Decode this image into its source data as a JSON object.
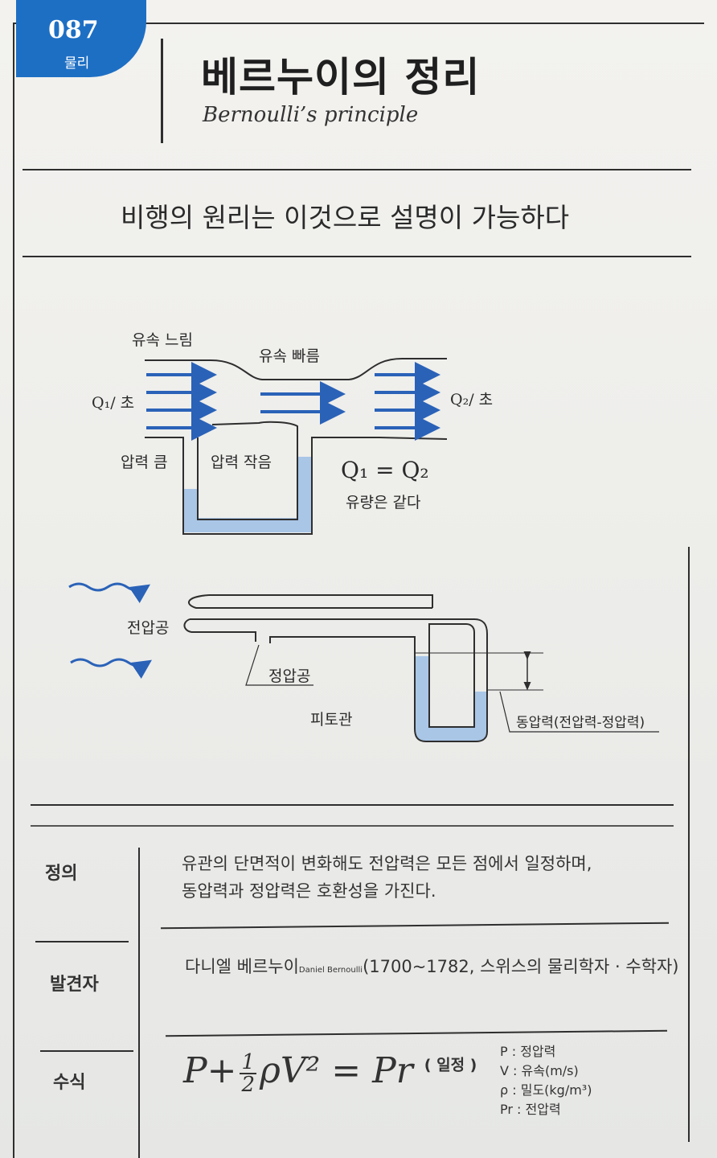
{
  "header": {
    "entry_number": "087",
    "category": "물리",
    "title_ko": "베르누이의 정리",
    "title_en": "Bernoulli’s principle"
  },
  "subtitle": "비행의 원리는 이것으로 설명이 가능하다",
  "diagram_venturi": {
    "slow_flow": "유속 느림",
    "fast_flow": "유속 빠름",
    "q1_rate": "Q₁/ 초",
    "q2_rate": "Q₂/ 초",
    "high_pressure": "압력 큼",
    "low_pressure": "압력 작음",
    "equation": "Q₁ = Q₂",
    "equation_note": "유량은 같다"
  },
  "diagram_pitot": {
    "total_pressure_hole": "전압공",
    "static_pressure_hole": "정압공",
    "pitot_tube": "피토관",
    "dynamic_pressure": "동압력(전압력-정압력)"
  },
  "info": {
    "definition_label": "정의",
    "definition_line1": "유관의 단면적이 변화해도 전압력은 모든 점에서 일정하며,",
    "definition_line2": "동압력과 정압력은 호환성을 가진다.",
    "discoverer_label": "발견자",
    "discoverer_name": "다니엘 베르누이",
    "discoverer_name_en": "Daniel Bernoulli",
    "discoverer_detail": "(1700~1782, 스위스의 물리학자 · 수학자)",
    "formula_label": "수식",
    "formula_lhs": "P+",
    "formula_half_num": "1",
    "formula_half_den": "2",
    "formula_mid": "ρV² = Pr",
    "formula_constant": "( 일정 )",
    "legend": [
      "P : 정압력",
      "V : 유속(m/s)",
      "ρ : 밀도(kg/m³)",
      "Pr : 전압력"
    ]
  },
  "colors": {
    "badge_blue": "#1d6fc4",
    "arrow_blue": "#2a62b8",
    "water_blue": "#a9c6e6",
    "line": "#2e2e2e"
  }
}
